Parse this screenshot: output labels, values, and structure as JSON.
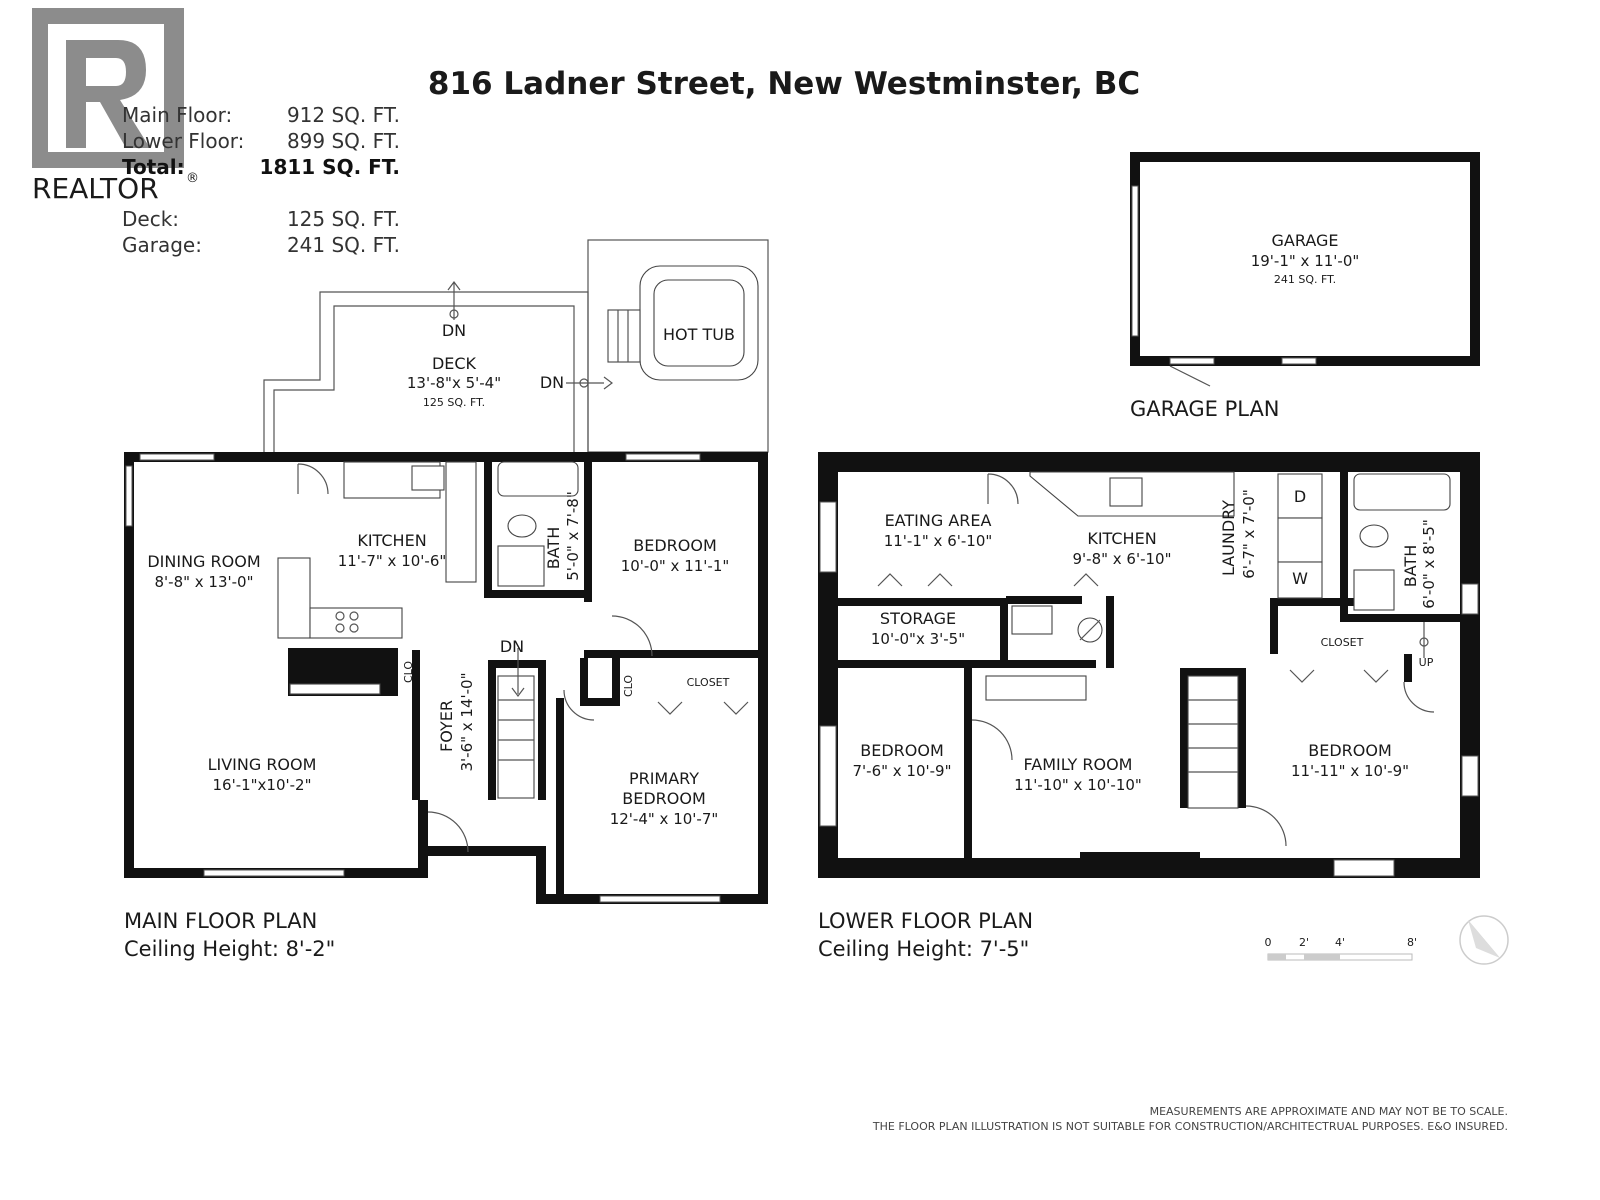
{
  "header": {
    "title": "816 Ladner Street, New Westminster, BC",
    "logo_text": "REALTOR",
    "logo_mark": "®"
  },
  "areas": [
    {
      "label": "Main Floor:",
      "value": "912 SQ. FT."
    },
    {
      "label": "Lower Floor:",
      "value": "899 SQ. FT."
    },
    {
      "label": "Total:",
      "value": "1811 SQ. FT."
    },
    {
      "label": "Deck:",
      "value": "125 SQ. FT."
    },
    {
      "label": "Garage:",
      "value": "241 SQ. FT."
    }
  ],
  "main_floor": {
    "plan_title": "MAIN FLOOR PLAN",
    "ceiling": "Ceiling Height: 8'-2\"",
    "rooms": {
      "deck_name": "DECK",
      "deck_dim": "13'-8\"x 5'-4\"",
      "deck_area": "125 SQ. FT.",
      "hot_tub": "HOT TUB",
      "kitchen_name": "KITCHEN",
      "kitchen_dim": "11'-7\" x 10'-6\"",
      "dining_name": "DINING ROOM",
      "dining_dim": "8'-8\" x 13'-0\"",
      "living_name": "LIVING ROOM",
      "living_dim": "16'-1\"x10'-2\"",
      "bath_name": "BATH",
      "bath_dim": "5'-0\" x 7'-8\"",
      "bedroom_name": "BEDROOM",
      "bedroom_dim": "10'-0\" x 11'-1\"",
      "foyer_name": "FOYER",
      "foyer_dim": "3'-6\" x 14'-0\"",
      "closet": "CLOSET",
      "clo": "CLO",
      "primary_line1": "PRIMARY",
      "primary_line2": "BEDROOM",
      "primary_dim": "12'-4\" x 10'-7\"",
      "dn": "DN"
    }
  },
  "lower_floor": {
    "plan_title": "LOWER FLOOR PLAN",
    "ceiling": "Ceiling Height: 7'-5\"",
    "rooms": {
      "eating_name": "EATING AREA",
      "eating_dim": "11'-1\" x 6'-10\"",
      "kitchen_name": "KITCHEN",
      "kitchen_dim": "9'-8\" x 6'-10\"",
      "laundry_name": "LAUNDRY",
      "laundry_dim": "6'-7\" x 7'-0\"",
      "bath_name": "BATH",
      "bath_dim": "6'-0\" x 8'-5\"",
      "storage_name": "STORAGE",
      "storage_dim": "10'-0\"x 3'-5\"",
      "closet": "CLOSET",
      "up": "UP",
      "bed1_name": "BEDROOM",
      "bed1_dim": "7'-6\" x 10'-9\"",
      "family_name": "FAMILY ROOM",
      "family_dim": "11'-10\" x 10'-10\"",
      "bed2_name": "BEDROOM",
      "bed2_dim": "11'-11\" x 10'-9\"",
      "washer": "W",
      "dryer": "D"
    }
  },
  "garage": {
    "plan_title": "GARAGE PLAN",
    "name": "GARAGE",
    "dim": "19'-1\" x 11'-0\"",
    "area": "241 SQ. FT."
  },
  "scale": {
    "ticks": [
      "0",
      "2'",
      "4'",
      "8'"
    ]
  },
  "disclaimer": {
    "line1": "MEASUREMENTS ARE APPROXIMATE AND MAY NOT BE TO SCALE.",
    "line2": "THE FLOOR PLAN ILLUSTRATION IS NOT SUITABLE FOR CONSTRUCTION/ARCHITECTRUAL PURPOSES. E&O INSURED."
  },
  "colors": {
    "wall": "#111111",
    "logo": "#8c8c8c",
    "text": "#1a1a1a"
  }
}
